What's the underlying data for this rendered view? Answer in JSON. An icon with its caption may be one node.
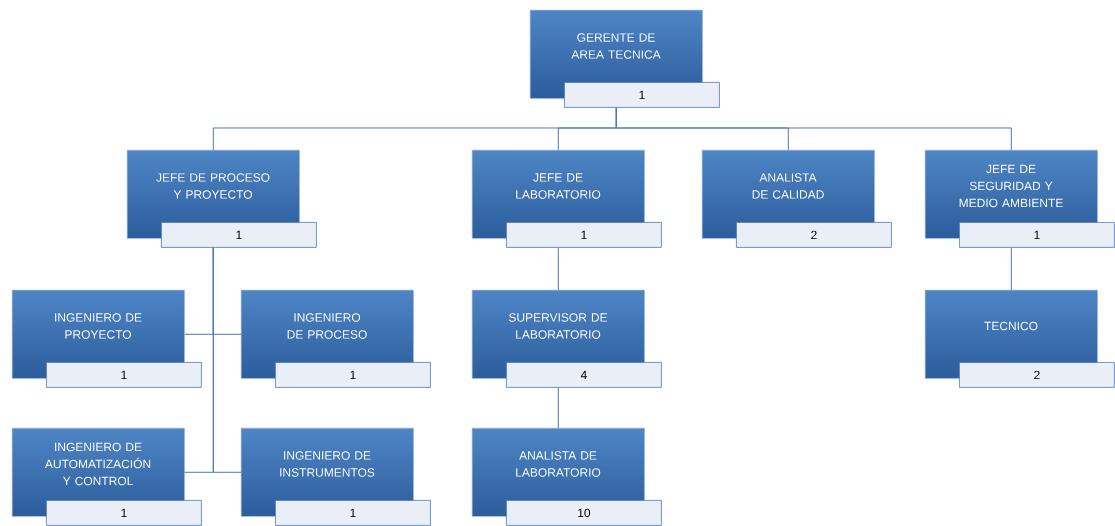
{
  "diagram": {
    "nodes": [
      {
        "text": [
          "GERENTE DE AREA TECNICA",
          "1"
        ]
      },
      {
        "text": [
          "JEFE DE PROCESO Y PROYECTO",
          "1"
        ]
      },
      {
        "text": [
          "JEFE DE LABORATORIO",
          "1"
        ]
      },
      {
        "text": [
          "ANALISTA DE CALIDAD",
          "2"
        ]
      },
      {
        "text": [
          "JEFE DE SEGURIDAD Y MEDIO AMBIENTE",
          "1"
        ]
      },
      {
        "text": [
          "INGENIERO DE PROYECTO",
          "1"
        ]
      },
      {
        "text": [
          "INGENIERO DE PROCESO",
          "1"
        ]
      },
      {
        "text": [
          "SUPERVISOR DE LABORATORIO",
          "4"
        ]
      },
      {
        "text": [
          "TECNICO",
          "2"
        ]
      },
      {
        "text": [
          "INGENIERO DE AUTOMATIZACIÓN Y CONTROL",
          "1"
        ]
      },
      {
        "text": [
          "INGENIERO DE INSTRUMENTOS",
          "1"
        ]
      },
      {
        "text": [
          "ANALISTA DE LABORATORIO",
          "10"
        ]
      }
    ],
    "edges": [
      {
        "from": 0,
        "to": 1,
        "arrow": "none"
      },
      {
        "from": 0,
        "to": 2,
        "arrow": "none"
      },
      {
        "from": 0,
        "to": 3,
        "arrow": "none"
      },
      {
        "from": 0,
        "to": 4,
        "arrow": "none"
      },
      {
        "from": 1,
        "to": 5,
        "arrow": "none"
      },
      {
        "from": 1,
        "to": 6,
        "arrow": "none"
      },
      {
        "from": 1,
        "to": 9,
        "arrow": "none"
      },
      {
        "from": 1,
        "to": 10,
        "arrow": "none"
      },
      {
        "from": 2,
        "to": 7,
        "arrow": "none"
      },
      {
        "from": 7,
        "to": 11,
        "arrow": "none"
      },
      {
        "from": 4,
        "to": 8,
        "arrow": "none"
      }
    ]
  }
}
